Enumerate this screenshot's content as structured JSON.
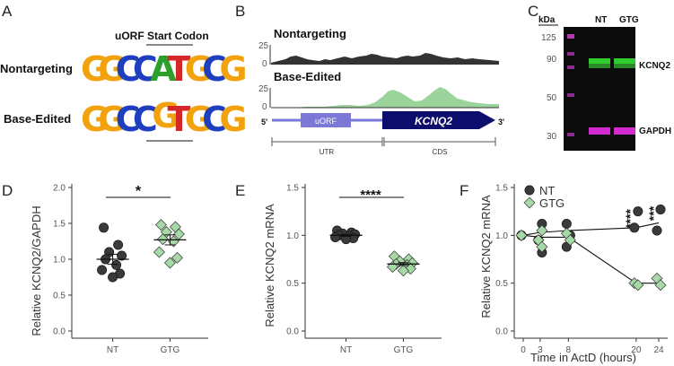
{
  "panels": {
    "A": {
      "label": "A",
      "title": "uORF Start Codon",
      "rows": [
        {
          "name": "Nontargeting",
          "seq": [
            "G",
            "G",
            "C",
            "C",
            "A",
            "T",
            "G",
            "C",
            "G"
          ]
        },
        {
          "name": "Base-Edited",
          "seq": [
            "G",
            "G",
            "C",
            "C",
            "G",
            "T",
            "G",
            "C",
            "G"
          ]
        }
      ],
      "base_colors": {
        "A": "#2ca02c",
        "C": "#1f3fbf",
        "G": "#f2a20c",
        "T": "#d62728"
      }
    },
    "B": {
      "label": "B",
      "tracks": [
        {
          "name": "Nontargeting",
          "ymax": "25",
          "ymin": "0",
          "color": "#333333"
        },
        {
          "name": "Base-Edited",
          "ymax": "25",
          "ymin": "0",
          "color": "#9bd49b"
        }
      ],
      "gene": {
        "five": "5'",
        "three": "3'",
        "uorf": "uORF",
        "cds_name": "KCNQ2",
        "utr": "UTR",
        "cds": "CDS"
      }
    },
    "C": {
      "label": "C",
      "kda": "kDa",
      "markers": [
        "125",
        "90",
        "50",
        "30"
      ],
      "lanes": [
        "NT",
        "GTG"
      ],
      "bands": [
        "KCNQ2",
        "GAPDH"
      ]
    },
    "D": {
      "label": "D",
      "sig": "*"
    },
    "E": {
      "label": "E",
      "sig": "****"
    },
    "F": {
      "label": "F",
      "sig": [
        "****",
        "***"
      ]
    }
  },
  "chart_data": [
    {
      "type": "scatter",
      "panel": "D",
      "ylabel": "Relative KCNQ2/GAPDH",
      "categories": [
        "NT",
        "GTG"
      ],
      "ylim": [
        0,
        2.0
      ],
      "yticks": [
        "0.0",
        "0.5",
        "1.0",
        "1.5",
        "2.0"
      ],
      "series": [
        {
          "name": "NT",
          "marker": "circle",
          "color": "#3a3a3a",
          "values": [
            1.44,
            1.2,
            1.1,
            1.05,
            1.0,
            0.92,
            0.85,
            0.8,
            0.75
          ],
          "mean": 1.0,
          "sem": 0.07
        },
        {
          "name": "GTG",
          "marker": "diamond",
          "color": "#a6d9a6",
          "values": [
            1.48,
            1.45,
            1.38,
            1.35,
            1.28,
            1.25,
            1.1,
            1.02,
            0.95
          ],
          "mean": 1.27,
          "sem": 0.07
        }
      ]
    },
    {
      "type": "scatter",
      "panel": "E",
      "ylabel": "Relative KCNQ2 mRNA",
      "categories": [
        "NT",
        "GTG"
      ],
      "ylim": [
        0,
        1.5
      ],
      "yticks": [
        "0.0",
        "0.5",
        "1.0",
        "1.5"
      ],
      "series": [
        {
          "name": "NT",
          "marker": "circle",
          "color": "#3a3a3a",
          "values": [
            1.05,
            1.03,
            1.02,
            1.01,
            1.0,
            0.99,
            0.98,
            0.97,
            0.96
          ],
          "mean": 1.0,
          "sem": 0.01
        },
        {
          "name": "GTG",
          "marker": "diamond",
          "color": "#a6d9a6",
          "values": [
            0.78,
            0.75,
            0.73,
            0.71,
            0.7,
            0.69,
            0.67,
            0.65,
            0.63
          ],
          "mean": 0.7,
          "sem": 0.015
        }
      ]
    },
    {
      "type": "line",
      "panel": "F",
      "ylabel": "Relative KCNQ2 mRNA",
      "xlabel": "Time in ActD (hours)",
      "x": [
        0,
        3,
        8,
        20,
        24
      ],
      "xticks": [
        "0",
        "3",
        "8",
        "20",
        "24"
      ],
      "ylim": [
        0,
        1.5
      ],
      "yticks": [
        "0.0",
        "0.5",
        "1.0",
        "1.5"
      ],
      "legend": "top-left",
      "series": [
        {
          "name": "NT",
          "marker": "circle",
          "color": "#3a3a3a",
          "means": [
            1.0,
            1.03,
            1.05,
            1.08,
            1.13
          ],
          "points": [
            [
              0,
              1.0
            ],
            [
              3,
              1.12
            ],
            [
              3,
              0.95
            ],
            [
              3,
              0.82
            ],
            [
              8,
              1.12
            ],
            [
              8,
              1.0
            ],
            [
              8,
              0.88
            ],
            [
              20,
              1.25
            ],
            [
              20,
              1.08
            ],
            [
              24,
              1.27
            ],
            [
              24,
              1.05
            ]
          ]
        },
        {
          "name": "GTG",
          "marker": "diamond",
          "color": "#a6d9a6",
          "means": [
            1.0,
            0.98,
            0.98,
            0.5,
            0.5
          ],
          "points": [
            [
              0,
              1.0
            ],
            [
              3,
              1.05
            ],
            [
              3,
              0.95
            ],
            [
              3,
              0.88
            ],
            [
              8,
              1.02
            ],
            [
              8,
              0.95
            ],
            [
              20,
              0.5
            ],
            [
              20,
              0.48
            ],
            [
              24,
              0.55
            ],
            [
              24,
              0.48
            ]
          ]
        }
      ]
    }
  ]
}
